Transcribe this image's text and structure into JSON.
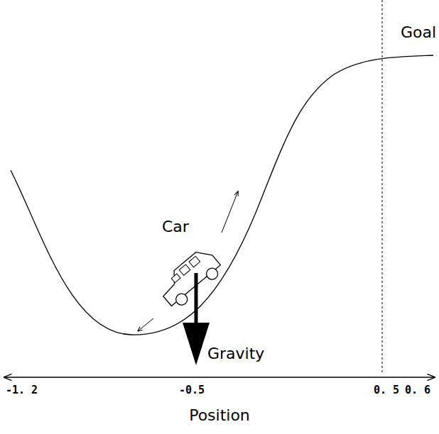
{
  "diagram": {
    "labels": [
      "Goal",
      "Car",
      "Gravity",
      "-1. 2",
      "-0.5",
      "0. 5",
      "0. 6",
      "Position"
    ]
  }
}
